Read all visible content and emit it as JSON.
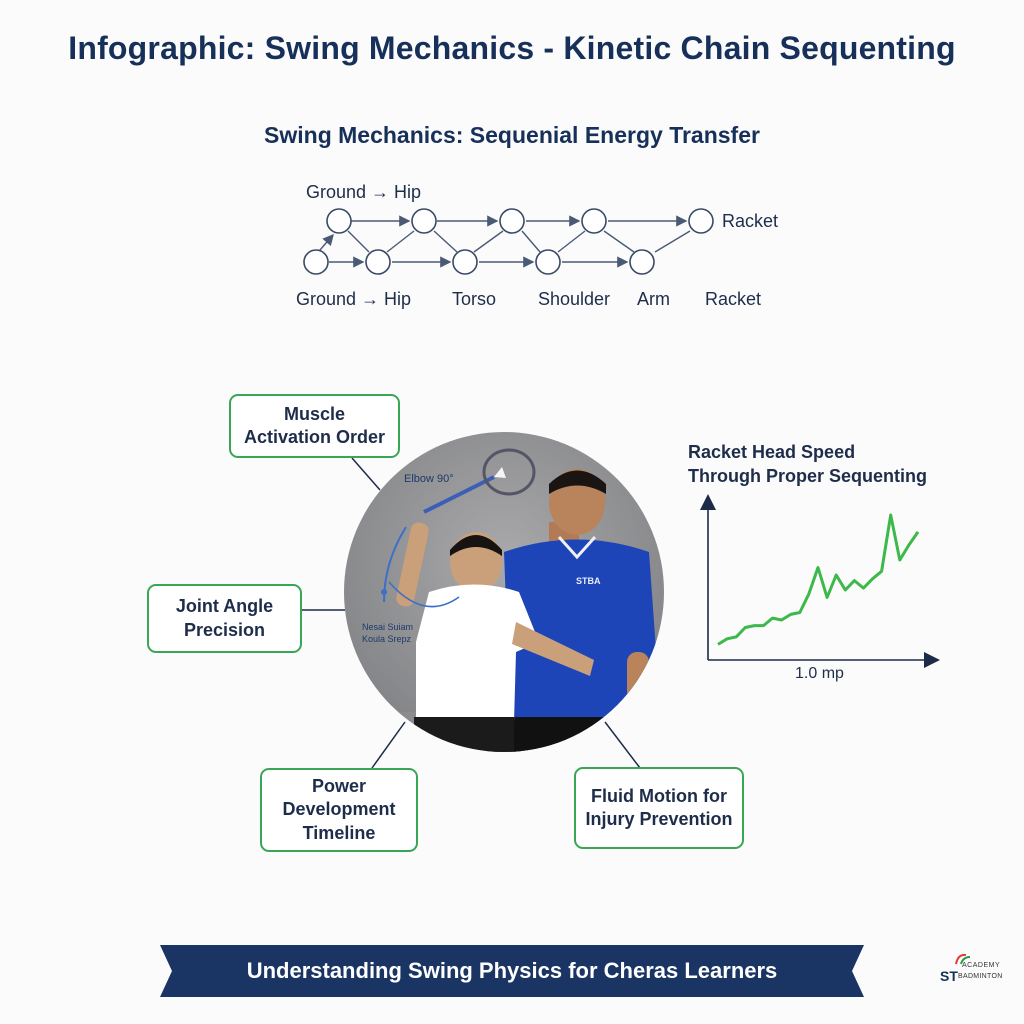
{
  "title": "Infographic: Swing Mechanics - Kinetic Chain Sequenting",
  "chain": {
    "title": "Swing Mechanics: Sequenial Energy Transfer",
    "top_label": "Ground → Hip",
    "right_label": "Racket",
    "bottom_labels": [
      "Ground → Hip",
      "Torso",
      "Shoulder",
      "Arm",
      "Racket"
    ]
  },
  "callouts": {
    "muscle": "Muscle Activation Order",
    "joint": "Joint Angle Precision",
    "power": "Power Development Timeline",
    "fluid": "Fluid Motion for Injury Prevention"
  },
  "photo": {
    "elbow_note": "Elbow 90°",
    "side_note_1": "Nesai Suiam",
    "side_note_2": "Koula Srepz",
    "shirt_logo": "STBA"
  },
  "speed_chart": {
    "title_line1": "Racket Head Speed",
    "title_line2": "Through Proper Sequenting",
    "x_label": "1.0 mp"
  },
  "chart_data": {
    "type": "line",
    "title": "Racket Head Speed Through Proper Sequenting",
    "xlabel": "1.0 mp",
    "ylabel": "",
    "series": [
      {
        "values": [
          3,
          6,
          7,
          12,
          13,
          13,
          17,
          16,
          19,
          20,
          30,
          44,
          28,
          40,
          32,
          37,
          33,
          38,
          42,
          72,
          48,
          56,
          63
        ]
      }
    ],
    "ylim": [
      0,
      80
    ],
    "grid": false
  },
  "banner": {
    "text": "Understanding Swing Physics for Cheras Learners"
  },
  "logo": {
    "top": "ACADEMY",
    "st": "ST",
    "bottom": "BADMINTON"
  },
  "colors": {
    "navy": "#16305a",
    "green": "#3aa655",
    "shirt_blue": "#1d45b8"
  }
}
